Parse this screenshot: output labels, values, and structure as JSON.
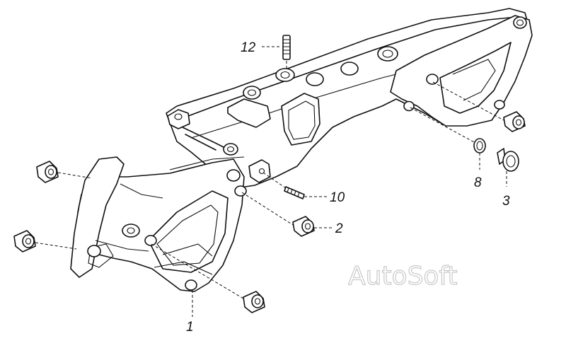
{
  "diagram": {
    "callouts": [
      {
        "id": "c1",
        "label": "1"
      },
      {
        "id": "c2",
        "label": "2"
      },
      {
        "id": "c3",
        "label": "3"
      },
      {
        "id": "c8",
        "label": "8"
      },
      {
        "id": "c10",
        "label": "10"
      },
      {
        "id": "c12",
        "label": "12"
      }
    ],
    "watermark": "AutoSoft"
  }
}
